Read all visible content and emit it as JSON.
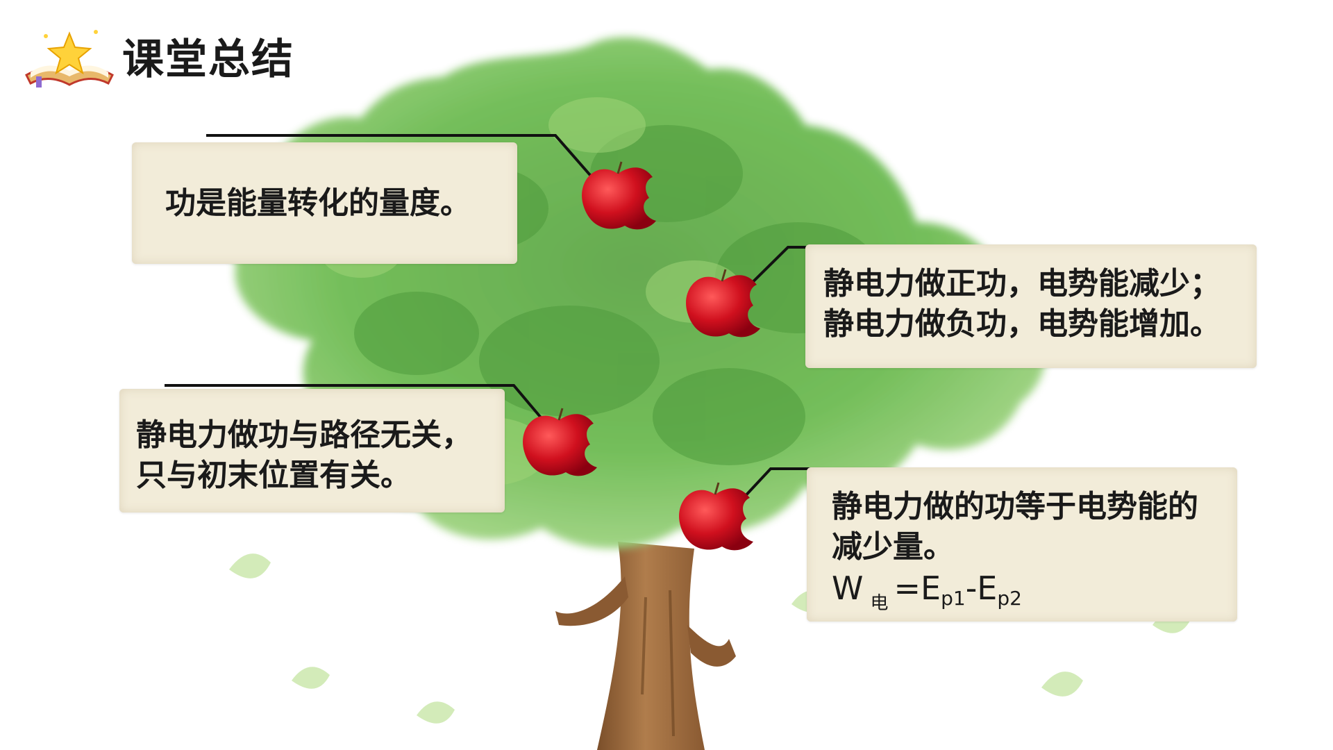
{
  "title": "课堂总结",
  "cards": [
    {
      "text": "功是能量转化的量度。"
    },
    {
      "text": "静电力做正功，电势能减少；静电力做负功，电势能增加。"
    },
    {
      "text": "静电力做功与路径无关，只与初末位置有关。"
    },
    {
      "text": "静电力做的功等于电势能的减少量。",
      "formula": {
        "w": "W",
        "w_sub": "电",
        "eq": "=E",
        "sub1": "p1",
        "minus": "-E",
        "sub2": "p2"
      }
    }
  ],
  "icons": {
    "title": "open-book-star-icon",
    "apple": "bitten-apple-icon",
    "leaf": "leaf-icon"
  },
  "colors": {
    "card": "#f2ecd9",
    "apple": "#d0101e",
    "foliage": "#64b04a",
    "trunk": "#9a6a3d",
    "text": "#1a1a1a"
  }
}
